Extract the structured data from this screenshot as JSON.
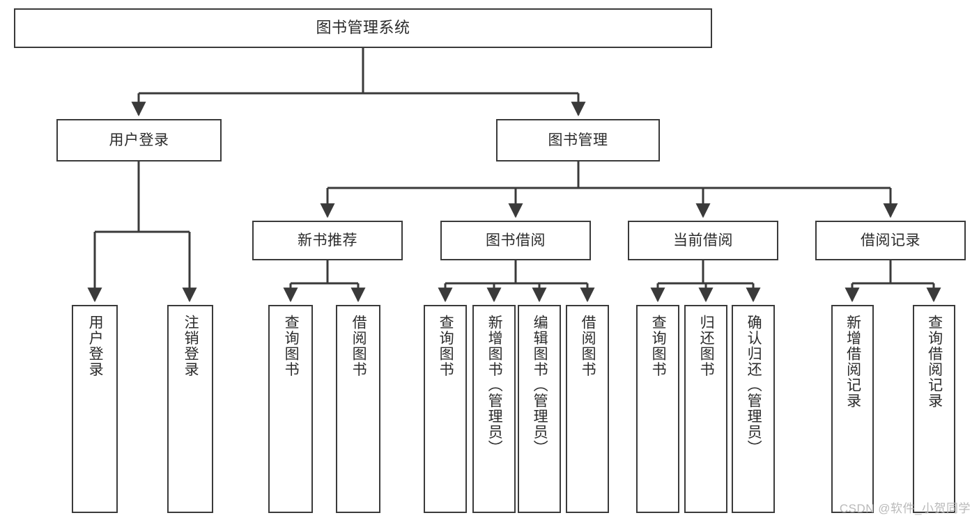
{
  "diagram": {
    "title": "图书管理系统",
    "type": "tree-hierarchy",
    "stroke_color": "#3a3a3a",
    "fill_color": "#ffffff",
    "text_color": "#2b2b2b",
    "root": {
      "id": "root",
      "label": "图书管理系统"
    },
    "level2": [
      {
        "id": "user-login",
        "label": "用户登录"
      },
      {
        "id": "book-manage",
        "label": "图书管理"
      }
    ],
    "level3": [
      {
        "id": "new-book-rec",
        "label": "新书推荐"
      },
      {
        "id": "book-borrow",
        "label": "图书借阅"
      },
      {
        "id": "current-borrow",
        "label": "当前借阅"
      },
      {
        "id": "borrow-record",
        "label": "借阅记录"
      }
    ],
    "leaves": {
      "user_login": [
        {
          "id": "leaf-user-login",
          "label": "用户登录"
        },
        {
          "id": "leaf-logout-login",
          "label": "注销登录"
        }
      ],
      "new_book_rec": [
        {
          "id": "leaf-query-book-1",
          "label": "查询图书"
        },
        {
          "id": "leaf-borrow-book-1",
          "label": "借阅图书"
        }
      ],
      "book_borrow": [
        {
          "id": "leaf-query-book-2",
          "label": "查询图书"
        },
        {
          "id": "leaf-add-book",
          "label": "新增图书（管理员）"
        },
        {
          "id": "leaf-edit-book",
          "label": "编辑图书（管理员）"
        },
        {
          "id": "leaf-borrow-book-2",
          "label": "借阅图书"
        }
      ],
      "current_borrow": [
        {
          "id": "leaf-query-book-3",
          "label": "查询图书"
        },
        {
          "id": "leaf-return-book",
          "label": "归还图书"
        },
        {
          "id": "leaf-confirm-return",
          "label": "确认归还（管理员）"
        }
      ],
      "borrow_record": [
        {
          "id": "leaf-add-record",
          "label": "新增借阅记录"
        },
        {
          "id": "leaf-query-record",
          "label": "查询借阅记录"
        }
      ]
    }
  },
  "watermark": {
    "text": "CSDN @软件_小贺同学"
  }
}
